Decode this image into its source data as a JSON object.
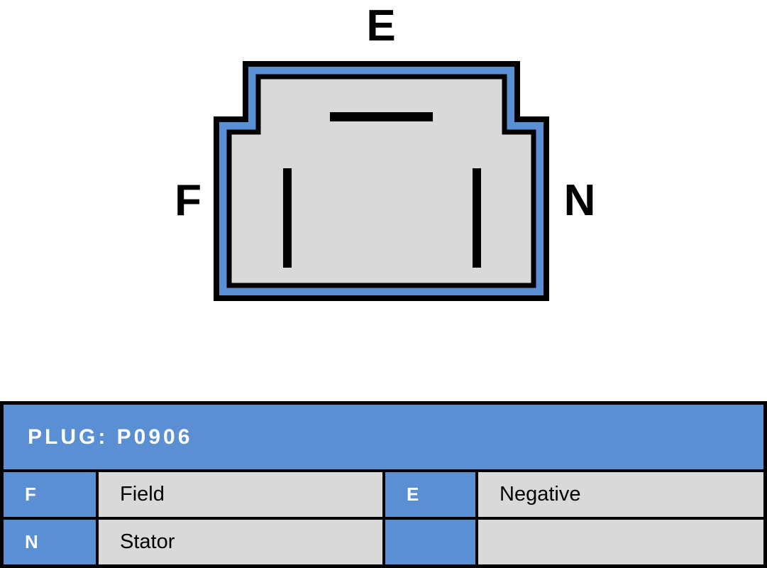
{
  "colors": {
    "blue": "#5b8fd3",
    "gray": "#d9d9d9",
    "black": "#000000",
    "white": "#ffffff"
  },
  "connector": {
    "label_top": "E",
    "label_left": "F",
    "label_right": "N"
  },
  "table": {
    "title": "PLUG: P0906",
    "rows": [
      {
        "k1": "F",
        "v1": "Field",
        "k2": "E",
        "v2": "Negative"
      },
      {
        "k1": "N",
        "v1": "Stator",
        "k2": "",
        "v2": ""
      }
    ]
  }
}
